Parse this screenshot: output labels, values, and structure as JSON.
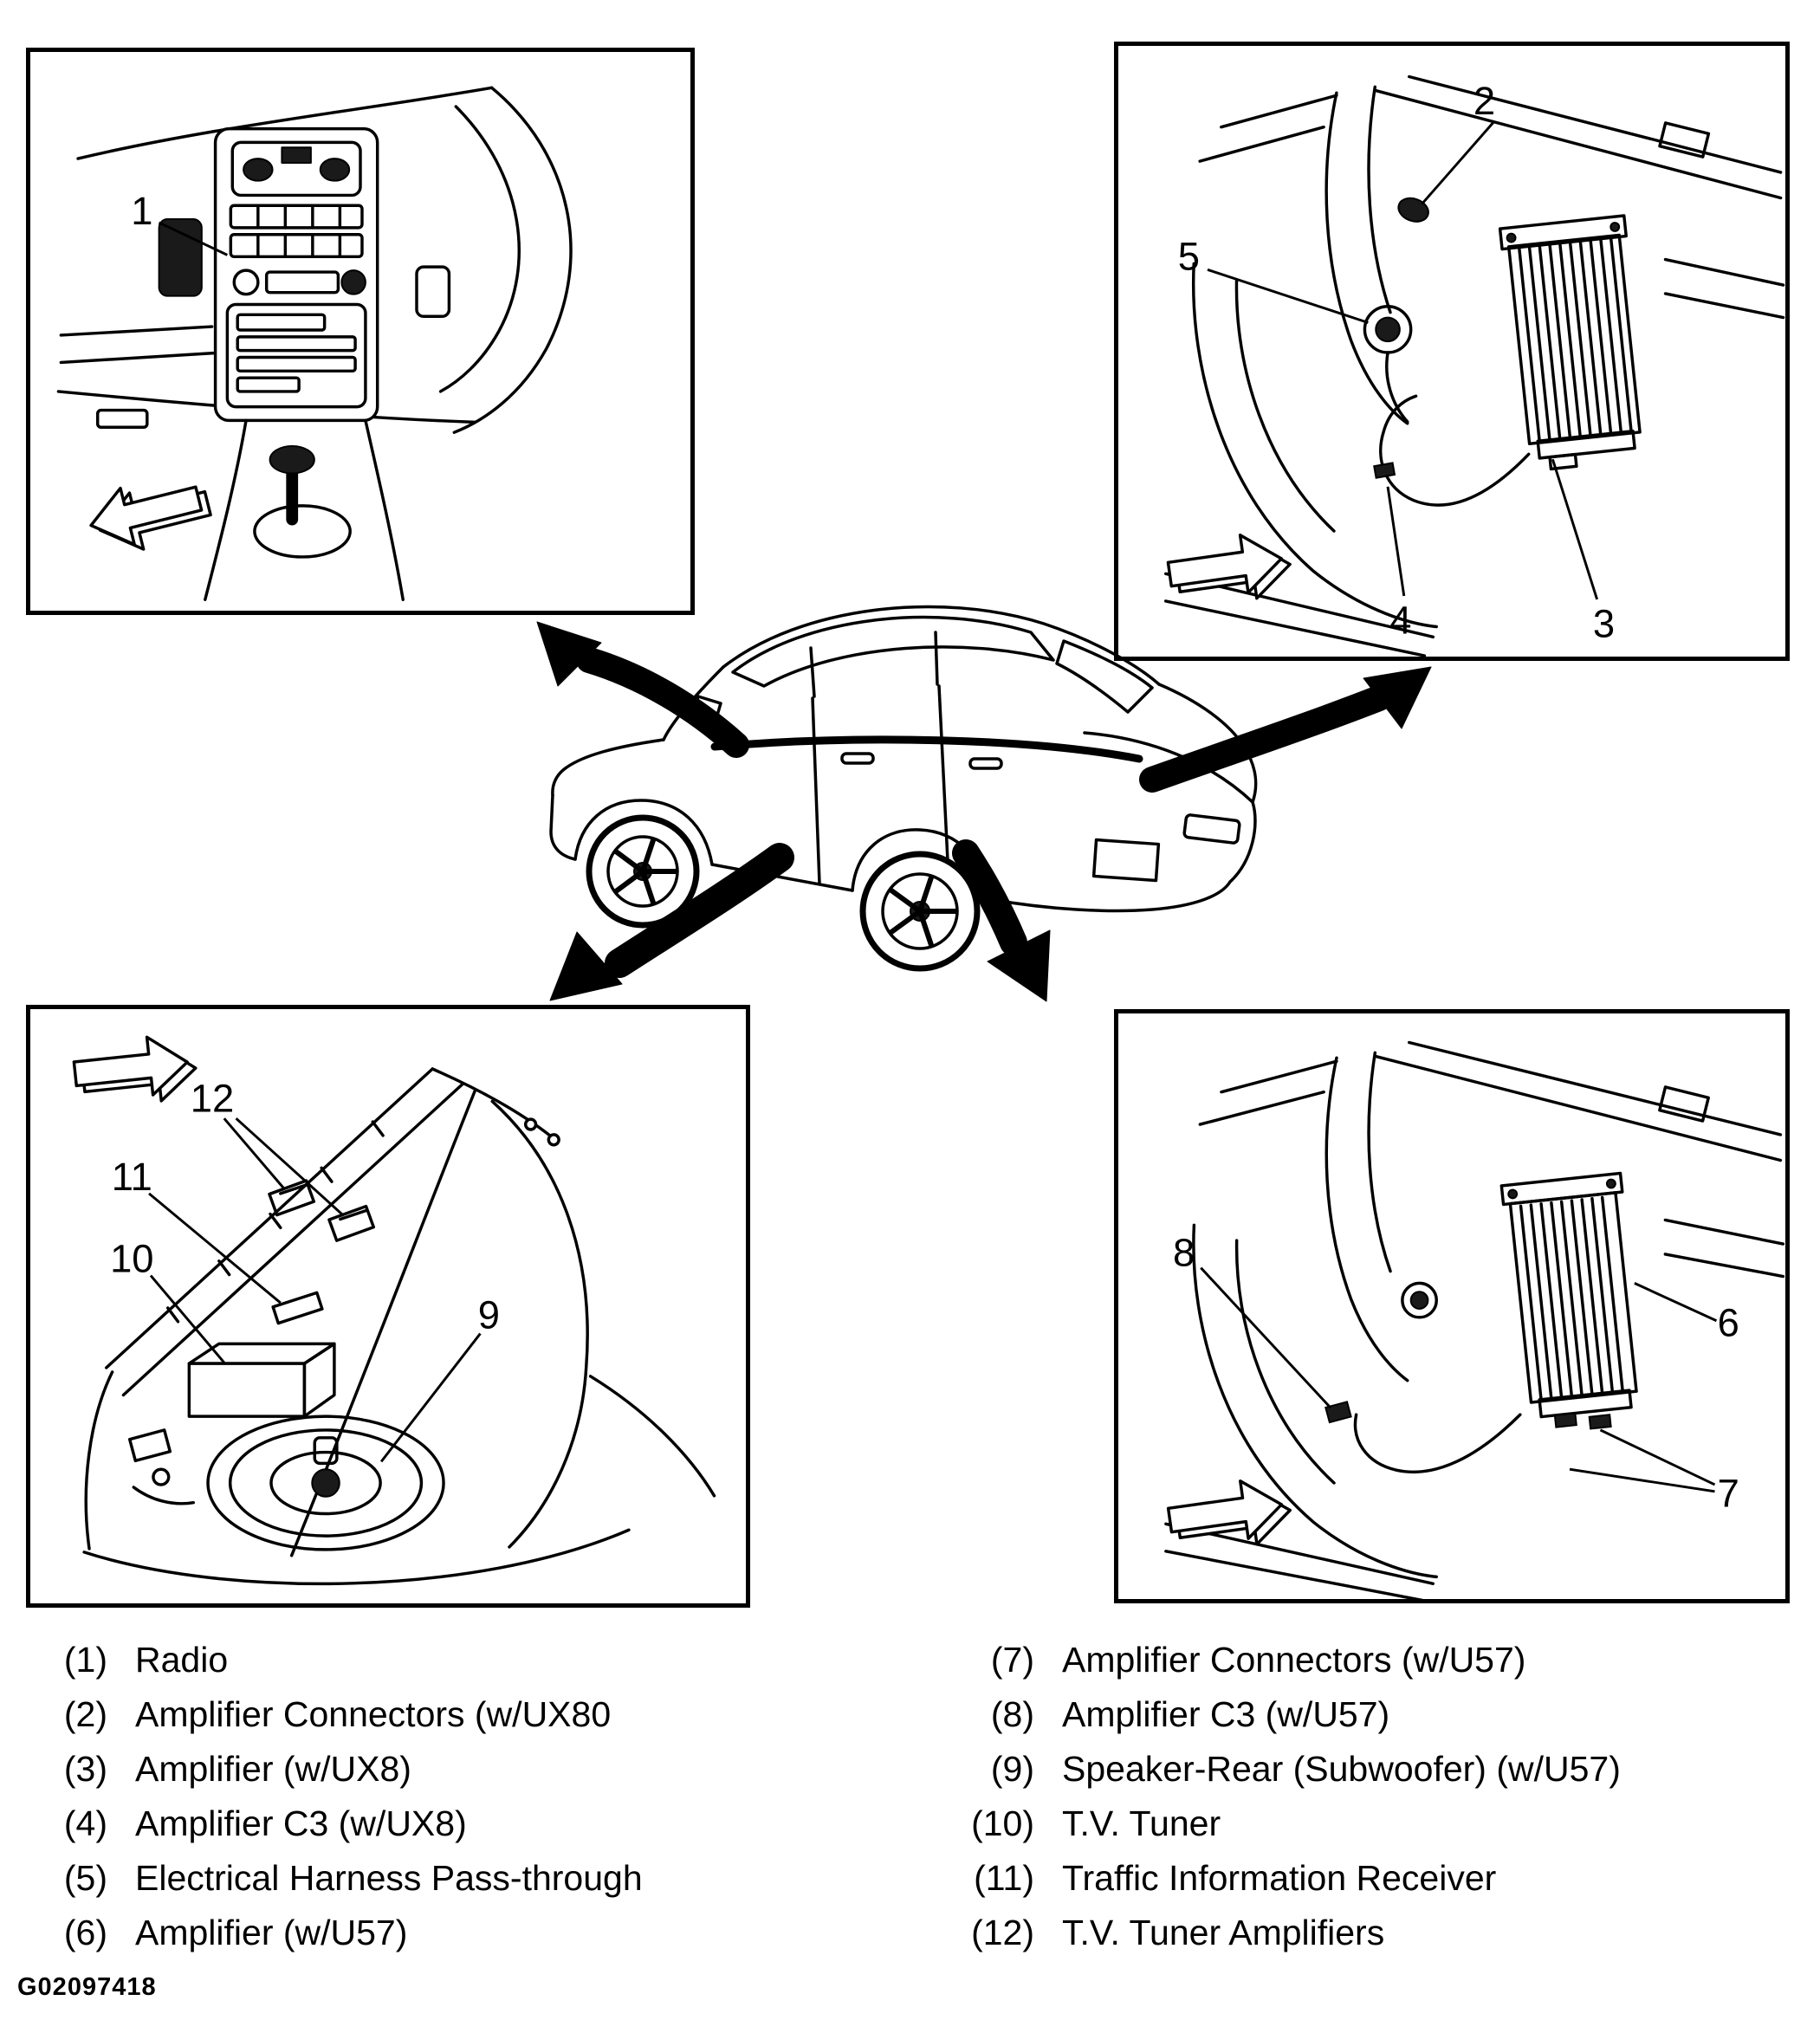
{
  "colors": {
    "ink": "#000000",
    "paper": "#ffffff"
  },
  "figure": {
    "code": "G02097418"
  },
  "callouts": {
    "dashboard": {
      "c1": "1"
    },
    "rear_quarter_ux8": {
      "c2": "2",
      "c3": "3",
      "c4": "4",
      "c5": "5"
    },
    "trunk": {
      "c9": "9",
      "c10": "10",
      "c11": "11",
      "c12": "12"
    },
    "rear_quarter_u57": {
      "c6": "6",
      "c7": "7",
      "c8": "8"
    }
  },
  "legend": {
    "left": [
      {
        "num": "(1)",
        "label": "Radio"
      },
      {
        "num": "(2)",
        "label": "Amplifier Connectors (w/UX80"
      },
      {
        "num": "(3)",
        "label": "Amplifier (w/UX8)"
      },
      {
        "num": "(4)",
        "label": "Amplifier C3 (w/UX8)"
      },
      {
        "num": "(5)",
        "label": "Electrical Harness Pass-through"
      },
      {
        "num": "(6)",
        "label": "Amplifier (w/U57)"
      }
    ],
    "right": [
      {
        "num": "(7)",
        "label": "Amplifier Connectors (w/U57)"
      },
      {
        "num": "(8)",
        "label": "Amplifier C3 (w/U57)"
      },
      {
        "num": "(9)",
        "label": "Speaker-Rear (Subwoofer) (w/U57)"
      },
      {
        "num": "(10)",
        "label": "T.V. Tuner"
      },
      {
        "num": "(11)",
        "label": "Traffic Information Receiver"
      },
      {
        "num": "(12)",
        "label": "T.V. Tuner Amplifiers"
      }
    ]
  }
}
